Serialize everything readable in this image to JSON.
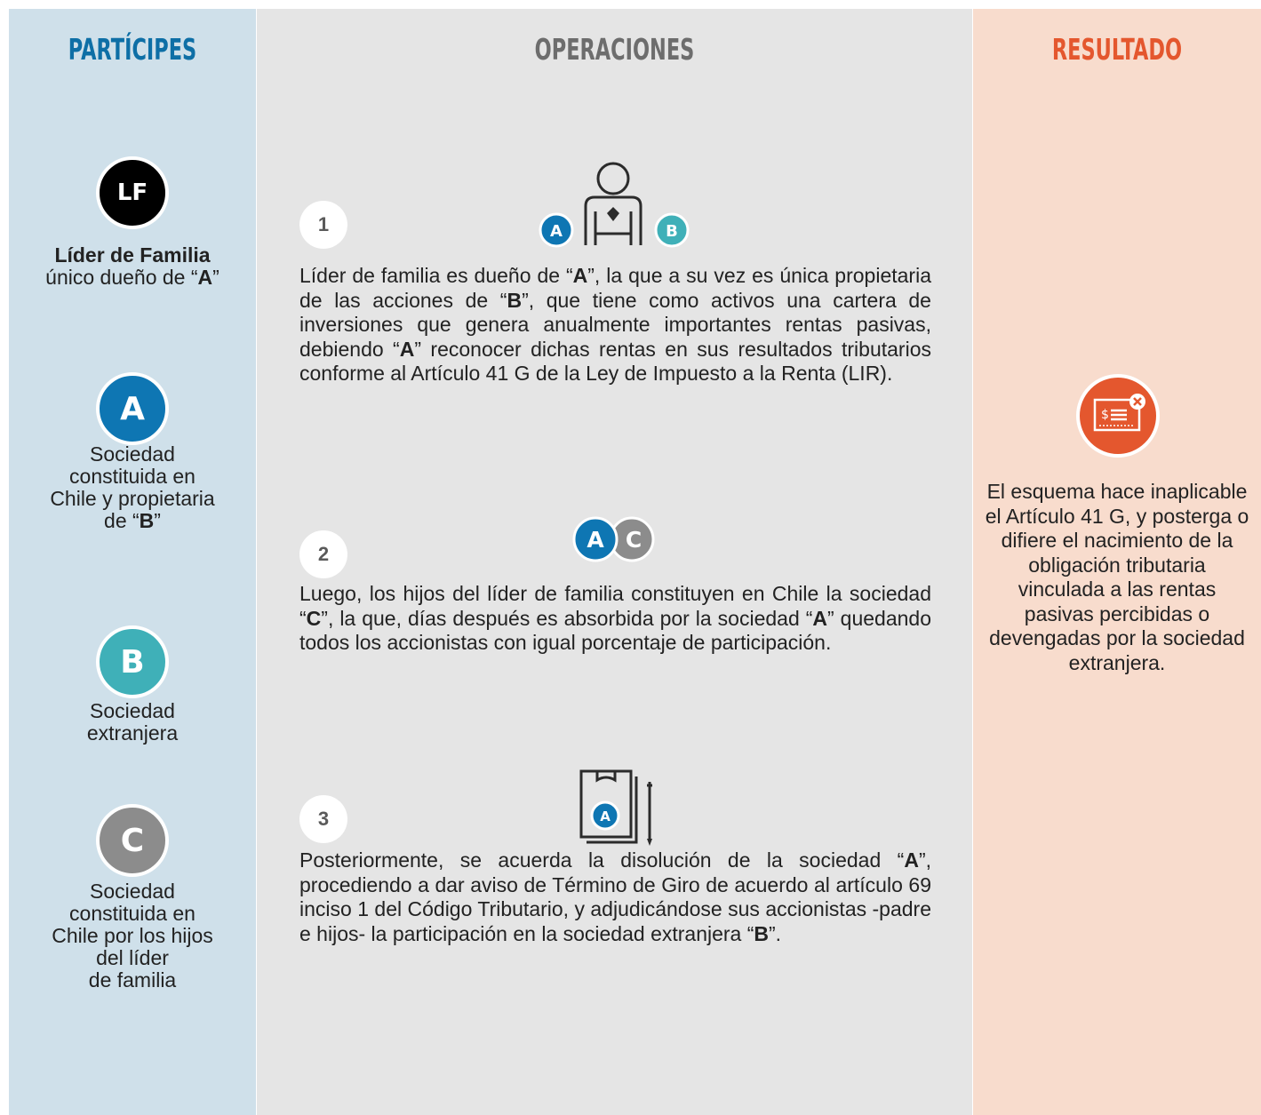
{
  "columns": {
    "left_title": "PARTÍCIPES",
    "middle_title": "OPERACIONES",
    "right_title": "RESULTADO"
  },
  "participants": [
    {
      "badge": "LF",
      "color": "#000000",
      "title": "Líder de Familia",
      "line_pre": "único dueño de “",
      "line_bold": "A",
      "line_post": "”"
    },
    {
      "badge": "A",
      "color": "#0e76b3",
      "lines": [
        "Sociedad",
        "constituida en",
        "Chile y propietaria"
      ],
      "last_pre": "de “",
      "last_bold": "B",
      "last_post": "”"
    },
    {
      "badge": "B",
      "color": "#3fb0b8",
      "lines": [
        "Sociedad",
        "extranjera"
      ]
    },
    {
      "badge": "C",
      "color": "#8c8c8c",
      "lines": [
        "Sociedad",
        "constituida en",
        "Chile por los hijos",
        "del líder",
        "de familia"
      ]
    }
  ],
  "steps": [
    {
      "number": "1",
      "icon_labels": [
        "A",
        "B"
      ]
    },
    {
      "number": "2",
      "icon_labels": [
        "A",
        "C"
      ]
    },
    {
      "number": "3",
      "icon_labels": [
        "A"
      ]
    }
  ],
  "step_texts": {
    "s1_a": "Líder de familia es dueño de “",
    "s1_b": "A",
    "s1_c": "”, la que a su vez es única propietaria de las acciones de “",
    "s1_d": "B",
    "s1_e": "”, que tiene como activos una cartera de inversiones que genera anualmente importantes rentas pasivas, debiendo “",
    "s1_f": "A",
    "s1_g": "” reconocer dichas rentas en sus resultados tributarios conforme al Artículo 41 G de la Ley de Impuesto a la Renta (LIR).",
    "s2_a": "Luego, los hijos del líder de familia constituyen en Chile la sociedad “",
    "s2_b": "C",
    "s2_c": "”, la que, días después es absorbida por la sociedad “",
    "s2_d": "A",
    "s2_e": "” quedando todos los accionistas con igual porcentaje de participación.",
    "s3_a": "Posteriormente, se acuerda la disolución de la sociedad “",
    "s3_b": "A",
    "s3_c": "”, procediendo a dar aviso de Término de Giro de acuerdo al artículo 69 inciso 1 del Código Tributario, y adjudicándose sus accionistas -padre e hijos- la participación en la sociedad extranjera “",
    "s3_d": "B",
    "s3_e": "”."
  },
  "result": {
    "icon": "check-cancel-icon",
    "text": "El esquema hace inaplicable el Artículo 41 G, y posterga o difiere el nacimiento de la obligación tributaria vinculada a las rentas pasivas percibidas o devengadas por la sociedad extranjera."
  },
  "colors": {
    "left_bg": "#cfe0ea",
    "middle_bg": "#e5e5e5",
    "right_bg": "#f8dccd",
    "blue": "#0e76b3",
    "teal": "#3fb0b8",
    "gray": "#8c8c8c",
    "orange": "#e4572e"
  }
}
